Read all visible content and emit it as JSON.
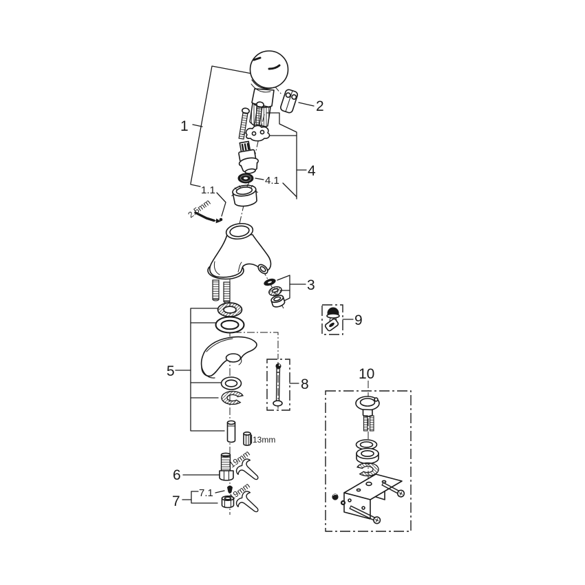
{
  "canvas": {
    "background": "#ffffff",
    "line_color": "#1a1a1a"
  },
  "callouts": {
    "c1": "1",
    "c1_1": "1.1",
    "c2": "2",
    "c3": "3",
    "c4": "4",
    "c4_1": "4.1",
    "c5": "5",
    "c6": "6",
    "c7": "7",
    "c7_1": "7.1",
    "c8": "8",
    "c9": "9",
    "c10": "10"
  },
  "dimensions": {
    "allen_key": "2.5mm",
    "socket": "13mm",
    "wrench_upper": "19mm",
    "wrench_lower": "19mm"
  }
}
